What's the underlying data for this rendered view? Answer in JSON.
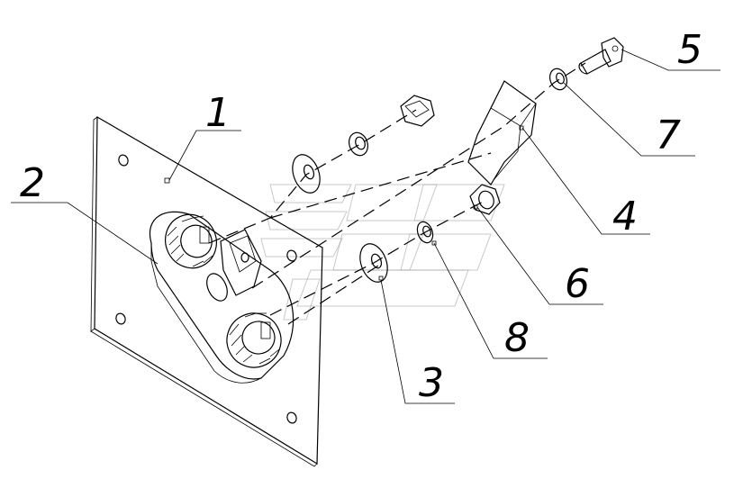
{
  "callouts": [
    {
      "id": "1",
      "label": "1"
    },
    {
      "id": "2",
      "label": "2"
    },
    {
      "id": "3",
      "label": "3"
    },
    {
      "id": "4",
      "label": "4"
    },
    {
      "id": "5",
      "label": "5"
    },
    {
      "id": "6",
      "label": "6"
    },
    {
      "id": "7",
      "label": "7"
    },
    {
      "id": "8",
      "label": "8"
    }
  ],
  "parts": [
    {
      "id": "1",
      "kind": "mounting-plate"
    },
    {
      "id": "2",
      "kind": "bracket-body"
    },
    {
      "id": "3",
      "kind": "flat-washer"
    },
    {
      "id": "4",
      "kind": "angle-bracket"
    },
    {
      "id": "5",
      "kind": "bolt"
    },
    {
      "id": "6",
      "kind": "hex-nut"
    },
    {
      "id": "7",
      "kind": "washer"
    },
    {
      "id": "8",
      "kind": "spring-washer"
    }
  ]
}
